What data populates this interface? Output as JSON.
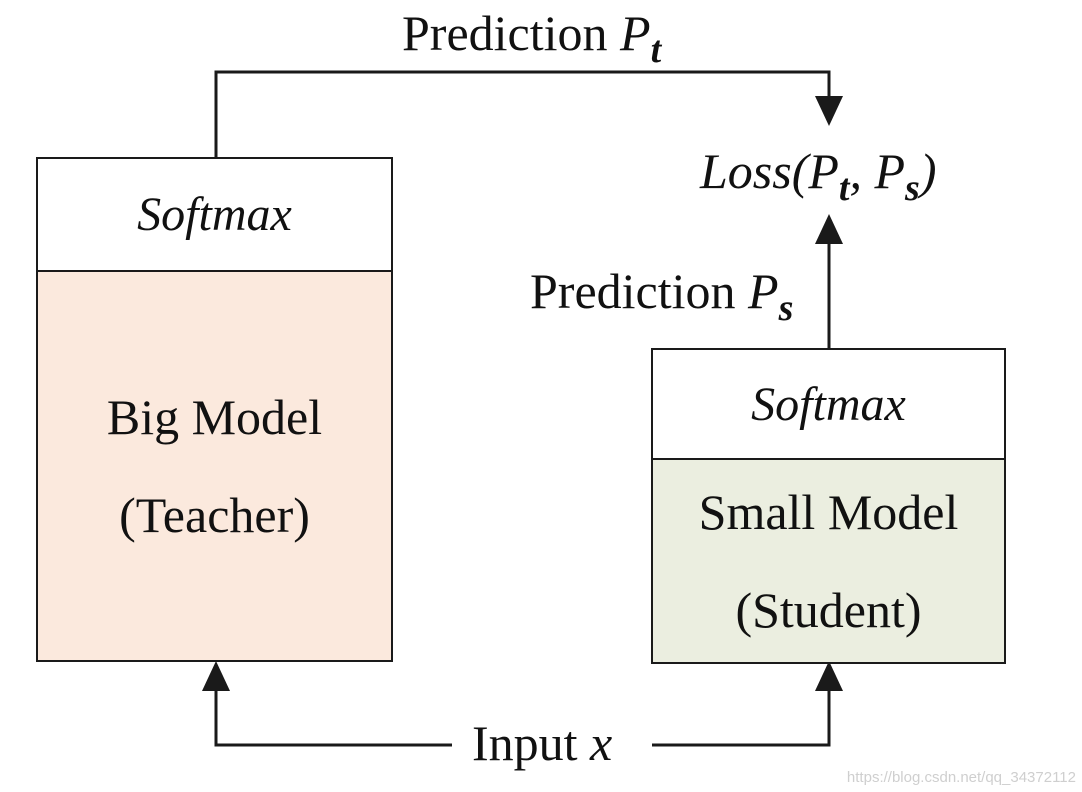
{
  "colors": {
    "teacher_fill": "#fbe9dd",
    "student_fill": "#ebeee0",
    "stroke": "#1a1a1a"
  },
  "top_prediction": {
    "word": "Prediction",
    "var": "P",
    "sub": "t"
  },
  "loss": {
    "word": "Loss(",
    "p1": "P",
    "s1": "t",
    "comma": ", ",
    "p2": "P",
    "s2": "s",
    "close": ")"
  },
  "side_prediction": {
    "word": "Prediction",
    "var": "P",
    "sub": "s"
  },
  "teacher": {
    "softmax": "Softmax",
    "line1": "Big Model",
    "line2": "(Teacher)"
  },
  "student": {
    "softmax": "Softmax",
    "line1": "Small Model",
    "line2": "(Student)"
  },
  "input": {
    "word": "Input",
    "var": "x"
  },
  "watermark": "https://blog.csdn.net/qq_34372112"
}
